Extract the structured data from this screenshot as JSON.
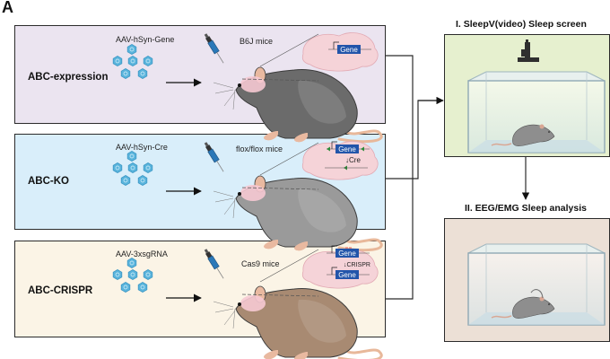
{
  "figure": {
    "panel_letter": "A",
    "strategies": [
      {
        "title": "ABC-expression",
        "vector": "AAV-hSyn-Gene",
        "mouse_line": "B6J mice",
        "brain_construct": [
          "Gene"
        ],
        "background_color": "#ebe4f0",
        "mouse_color": "#6b6b6b"
      },
      {
        "title": "ABC-KO",
        "vector": "AAV-hSyn-Cre",
        "mouse_line": "flox/flox mice",
        "brain_construct": [
          "Gene",
          "Cre"
        ],
        "background_color": "#d9eefa",
        "mouse_color": "#9a9a9a"
      },
      {
        "title": "ABC-CRISPR",
        "vector": "AAV-3xsgRNA",
        "mouse_line": "Cas9 mice",
        "brain_construct": [
          "Gene",
          "CRISPR",
          "Gene"
        ],
        "background_color": "#fbf4e6",
        "mouse_color": "#a88a72"
      }
    ],
    "screens": [
      {
        "title": "I. SleepV(video) Sleep screen",
        "background_color": "#e6f0cf"
      },
      {
        "title": "II.  EEG/EMG Sleep analysis",
        "background_color": "#ece0d6"
      }
    ],
    "colors": {
      "gene_box": "#2255aa",
      "virus": "#5ab4dc",
      "brain": "#f5d3d8",
      "syringe": "#2a78b8",
      "line": "#2b2b2b"
    }
  }
}
